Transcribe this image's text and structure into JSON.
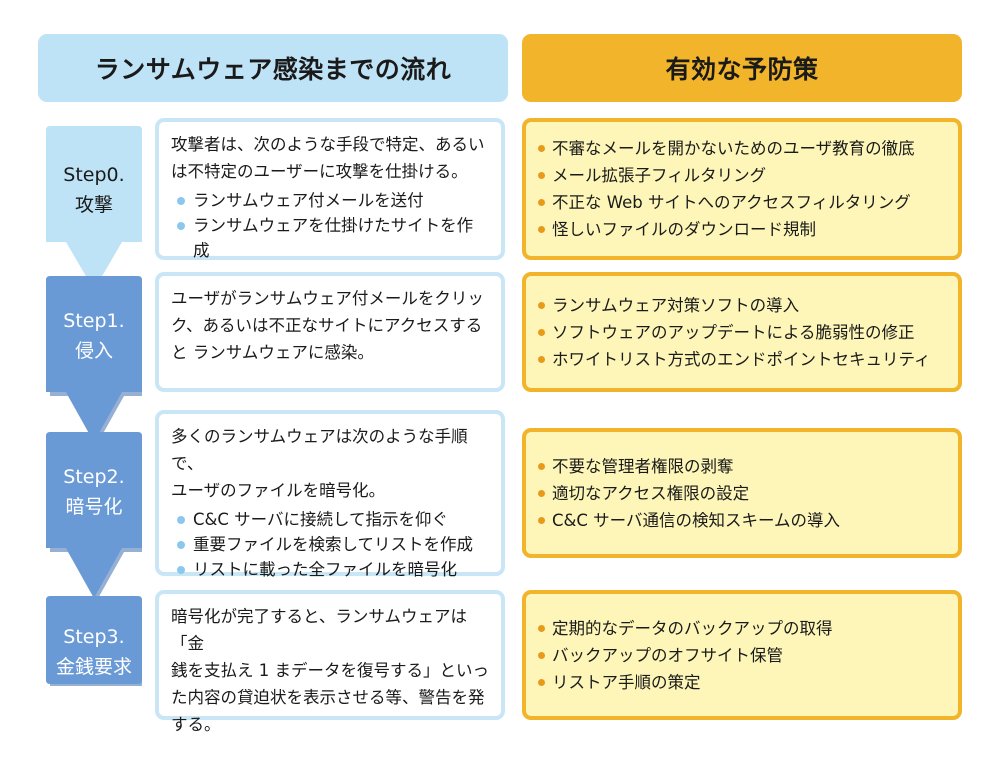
{
  "header": {
    "left_title": "ランサムウェア感染までの流れ",
    "right_title": "有効な予防策"
  },
  "steps": [
    {
      "label_line1": "Step0.",
      "label_line2": "攻撃",
      "desc_lines": [
        "攻撃者は、次のような手段で特定、あるい",
        "は不特定のユーザーに攻撃を仕掛ける。"
      ],
      "bullets": [
        "ランサムウェア付メールを送付",
        "ランサムウェアを仕掛けたサイトを作成"
      ],
      "measures": [
        "不審なメールを開かないためのユーザ教育の徹底",
        "メール拡張子フィルタリング",
        "不正な Web サイトへのアクセスフィルタリング",
        "怪しいファイルのダウンロード規制"
      ]
    },
    {
      "label_line1": "Step1.",
      "label_line2": "侵入",
      "desc_lines": [
        "ユーザがランサムウェア付メールをクリッ",
        "ク、あるいは不正なサイトにアクセスする",
        "と ランサムウェアに感染。"
      ],
      "bullets": [],
      "measures": [
        "ランサムウェア対策ソフトの導入",
        "ソフトウェアのアップデートによる脆弱性の修正",
        "ホワイトリスト方式のエンドポイントセキュリティ"
      ]
    },
    {
      "label_line1": "Step2.",
      "label_line2": "暗号化",
      "desc_lines": [
        "多くのランサムウェアは次のような手順で、",
        "ユーザのファイルを暗号化。"
      ],
      "bullets": [
        "C&C サーバに接続して指示を仰ぐ",
        "重要ファイルを検索してリストを作成",
        "リストに載った全ファイルを暗号化"
      ],
      "measures": [
        "不要な管理者権限の剥奪",
        "適切なアクセス権限の設定",
        "C&C サーバ通信の検知スキームの導入"
      ]
    },
    {
      "label_line1": "Step3.",
      "label_line2": "金銭要求",
      "desc_lines": [
        "暗号化が完了すると、ランサムウェアは「金",
        "銭を支払え 1 まデータを復号する」といっ",
        "た内容の貸迫状を表示させる等、警告を発",
        "する。"
      ],
      "bullets": [],
      "measures": [
        "定期的なデータのバックアップの取得",
        "バックアップのオフサイト保管",
        "リストア手順の策定"
      ]
    }
  ]
}
